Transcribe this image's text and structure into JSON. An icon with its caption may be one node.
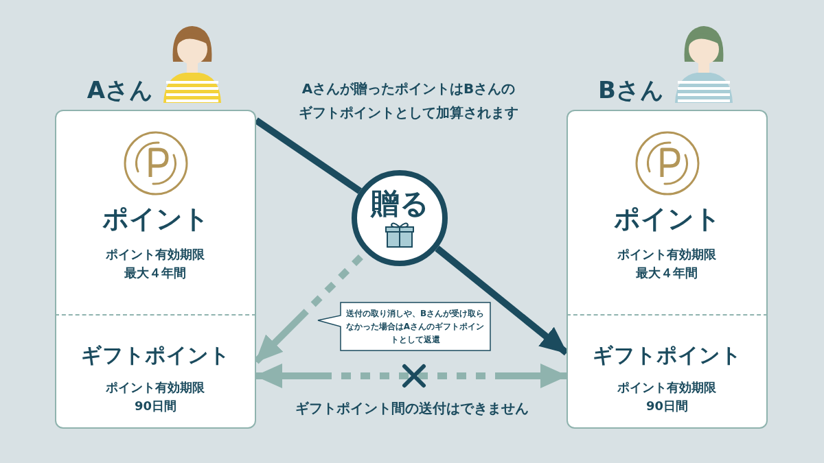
{
  "diagram": {
    "nodes": [
      {
        "text": [
          "ポイント",
          "ポイント有効期限最大４年間"
        ]
      },
      {
        "text": [
          "ギフトポイント",
          "ポイント有効期限90日間"
        ]
      },
      {
        "text": [
          "贈る"
        ]
      },
      {
        "text": [
          "送付の取り消しや、Bさんが受け取らなかった場合はAさんのギフトポイントとして返還"
        ]
      },
      {
        "text": [
          "ポイント",
          "ポイント有効期限最大４年間"
        ]
      },
      {
        "text": [
          "ギフトポイント",
          "ポイント有効期限90日間"
        ]
      }
    ],
    "edges": [
      {
        "from": 0,
        "to": 2,
        "arrow": "none"
      },
      {
        "from": 2,
        "to": 5,
        "arrow": "to"
      },
      {
        "from": 2,
        "to": 1,
        "arrow": "to",
        "style": "dashed",
        "color": "#8fb3ae"
      },
      {
        "from": 1,
        "to": 5,
        "arrow": "both",
        "style": "dashed",
        "color": "#8fb3ae",
        "label": "ギフトポイント間の送付はできません"
      }
    ],
    "labels": [
      "Aさん",
      "Aさんが贈ったポイントはBさんのギフトポイントとして加算されます",
      "Bさん"
    ]
  }
}
